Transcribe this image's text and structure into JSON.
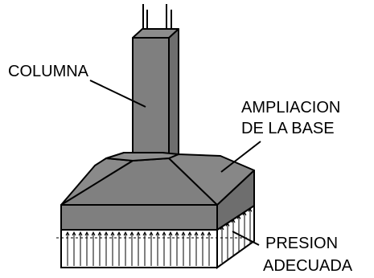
{
  "labels": {
    "columna": "COLUMNA",
    "ampliacion_line1": "AMPLIACION",
    "ampliacion_line2": "DE LA BASE",
    "presion_line1": "PRESION",
    "presion_line2": "ADECUADA"
  },
  "colors": {
    "concrete": "#7f7f7f",
    "soil": "#ffffff",
    "outline": "#000000"
  }
}
